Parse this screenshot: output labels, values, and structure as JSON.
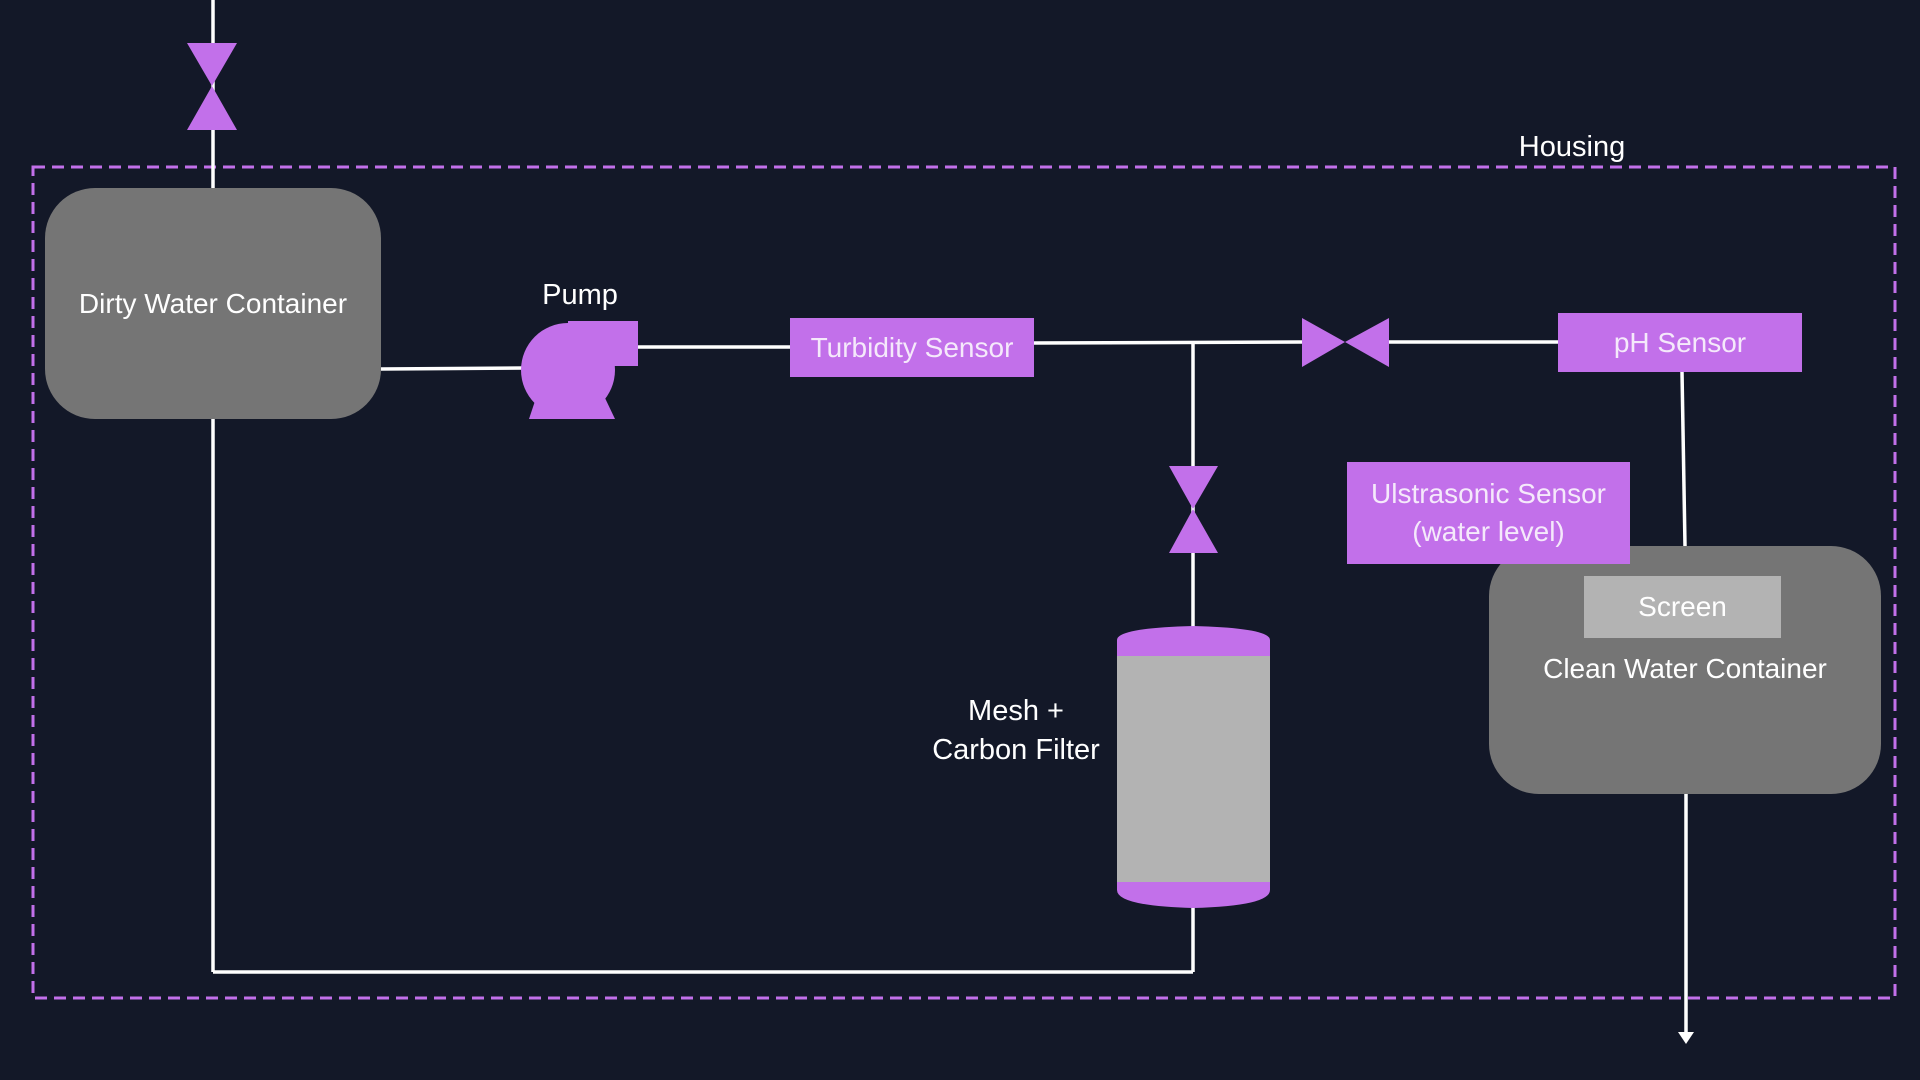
{
  "diagram": {
    "title": "Water Purification System",
    "colors": {
      "background": "#131828",
      "accent": "#c270ea",
      "pipe": "#ffffff",
      "container": "#757575",
      "filter_body": "#b3b3b3",
      "screen": "#b3b3b3"
    },
    "housing": {
      "label": "Housing"
    },
    "components": {
      "dirty_container": {
        "label": "Dirty Water Container"
      },
      "pump": {
        "label": "Pump"
      },
      "turbidity_sensor": {
        "label": "Turbidity Sensor"
      },
      "ph_sensor": {
        "label": "pH Sensor"
      },
      "ultrasonic_sensor": {
        "line1": "Ulstrasonic Sensor",
        "line2": "(water level)"
      },
      "screen": {
        "label": "Screen"
      },
      "clean_container": {
        "label": "Clean Water Container"
      },
      "filter": {
        "line1": "Mesh +",
        "line2": "Carbon Filter"
      }
    },
    "valves": [
      {
        "name": "inlet-valve",
        "orientation": "vertical"
      },
      {
        "name": "filter-valve",
        "orientation": "vertical"
      },
      {
        "name": "ph-line-valve",
        "orientation": "horizontal"
      }
    ]
  }
}
